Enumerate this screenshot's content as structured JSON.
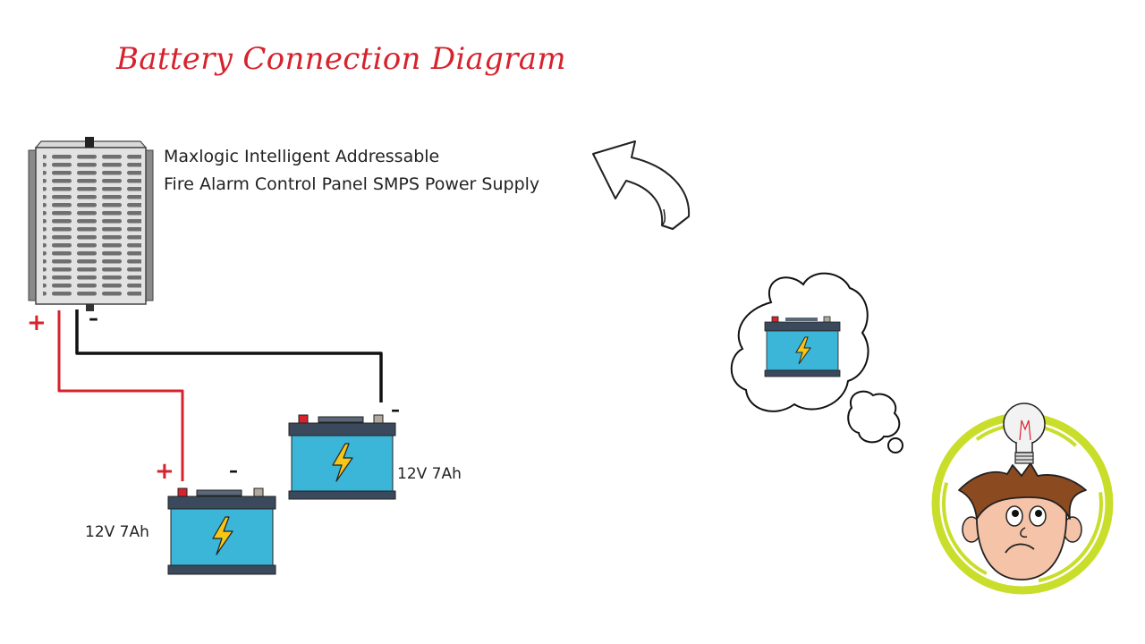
{
  "title": "Battery Connection Diagram",
  "power_supply": {
    "label_line1": "Maxlogic Intelligent Addressable",
    "label_line2": "Fire Alarm Control Panel SMPS Power Supply"
  },
  "batteries": [
    {
      "label": "12V 7Ah"
    },
    {
      "label": "12V 7Ah"
    }
  ],
  "terminals": {
    "positive": "+",
    "negative": "–"
  },
  "colors": {
    "title": "#d6232d",
    "positive_wire": "#d6232d",
    "negative_wire": "#111111",
    "battery_body": "#3bb5d8",
    "battery_top": "#3a4a5c",
    "bolt": "#f5c518",
    "halo": "#c9de2a"
  },
  "icons": [
    "power-supply-icon",
    "battery-icon",
    "lightning-bolt-icon",
    "curved-arrow-icon",
    "thought-cloud-icon",
    "thinking-character-icon",
    "light-bulb-icon"
  ]
}
